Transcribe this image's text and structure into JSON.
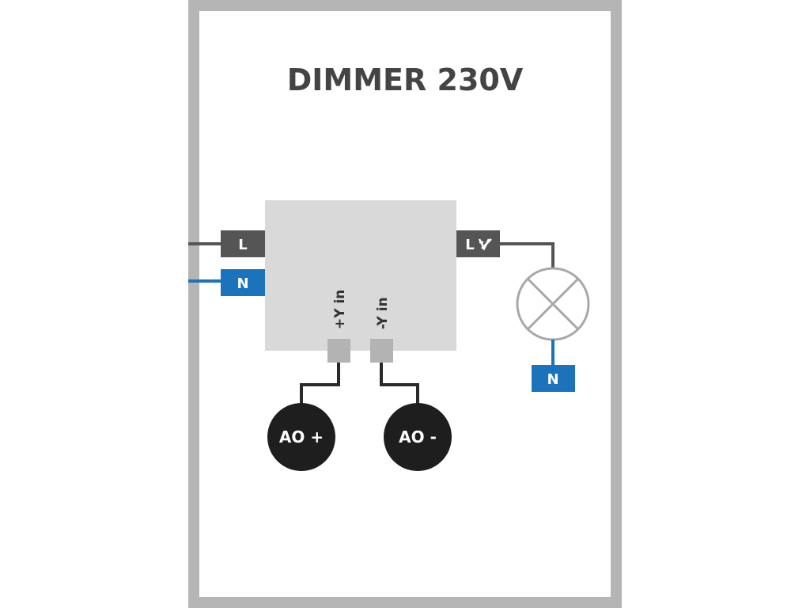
{
  "title": "DIMMER 230V",
  "terminals": {
    "input_line": "L",
    "input_neutral": "N",
    "output_line": "L",
    "lamp_neutral": "N"
  },
  "inputs": {
    "positive": "+Y in",
    "negative": "-Y in"
  },
  "analog_outputs": {
    "positive": "AO +",
    "negative": "AO -"
  },
  "icons": {
    "output_line_symbol": "dimmer-arrow-icon",
    "lamp_symbol": "lamp-icon"
  },
  "colors": {
    "frame": "#b5b5b5",
    "module": "#d9d9d9",
    "line_terminal": "#555555",
    "neutral_terminal": "#1a73bb",
    "connector": "#b3b3b3",
    "wire_dark": "#2a2a2a",
    "wire_line": "#555555",
    "wire_neutral": "#1a73bb",
    "ao_circle": "#1e1e1e",
    "lamp_stroke": "#a8a8a8",
    "title": "#444444"
  }
}
